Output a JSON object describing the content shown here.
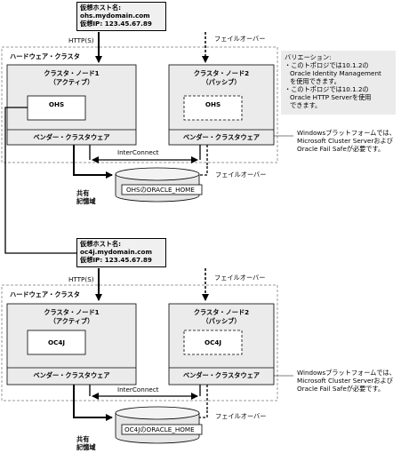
{
  "virtual_host_ohs": {
    "title": "仮想ホスト名:",
    "hostname": "ohs.mydomain.com",
    "ip": "仮想IP: 123.45.67.89"
  },
  "virtual_host_oc4j": {
    "title": "仮想ホスト名:",
    "hostname": "oc4j.mydomain.com",
    "ip": "仮想IP: 123.45.67.89"
  },
  "labels": {
    "https": "HTTP(S)",
    "failover": "フェイルオーバー",
    "hardware_cluster": "ハードウェア・クラスタ",
    "interconnect": "InterConnect",
    "shared_storage_line1": "共有",
    "shared_storage_line2": "記憶域",
    "vendor_clusterware": "ベンダー・クラスタウェア"
  },
  "cluster_ohs": {
    "node1_title": "クラスタ・ノード1",
    "node1_state": "（アクティブ）",
    "node2_title": "クラスタ・ノード2",
    "node2_state": "（パッシブ）",
    "component": "OHS",
    "oracle_home": "OHSのORACLE_HOME"
  },
  "cluster_oc4j": {
    "node1_title": "クラスタ・ノード1",
    "node1_state": "（アクティブ）",
    "node2_title": "クラスタ・ノード2",
    "node2_state": "（パッシブ）",
    "component": "OC4J",
    "oracle_home": "OC4JのORACLE_HOME"
  },
  "variation_note": {
    "title": "バリエーション:",
    "line1": "・このトポロジでは10.1.2の",
    "line2": "Oracle Identity Management",
    "line3": "を使用できます。",
    "line4": "・このトポロジでは10.1.2の",
    "line5": "Oracle HTTP Serverを使用",
    "line6": "できます。"
  },
  "windows_note": {
    "line1": "Windowsプラットフォームでは、",
    "line2": "Microsoft Cluster Serverおよび",
    "line3": "Oracle Fail Safeが必要です。"
  }
}
